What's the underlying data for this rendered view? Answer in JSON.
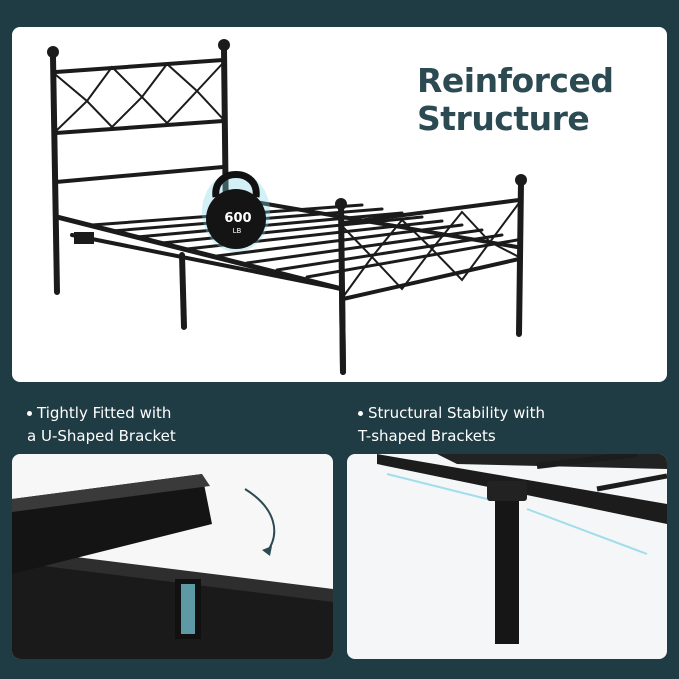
{
  "headline": {
    "line1": "Reinforced",
    "line2": "Structure"
  },
  "weight_badge": {
    "value": "600",
    "unit": "LB"
  },
  "features": [
    {
      "line1": "Tightly Fitted with",
      "line2": "a U-Shaped Bracket"
    },
    {
      "line1": "Structural Stability with",
      "line2": "T-shaped Brackets"
    }
  ],
  "colors": {
    "background": "#1f3b43",
    "headline": "#2c4a52",
    "frame": "#1a1a1a",
    "accent_glow": "#7fd3e6"
  }
}
